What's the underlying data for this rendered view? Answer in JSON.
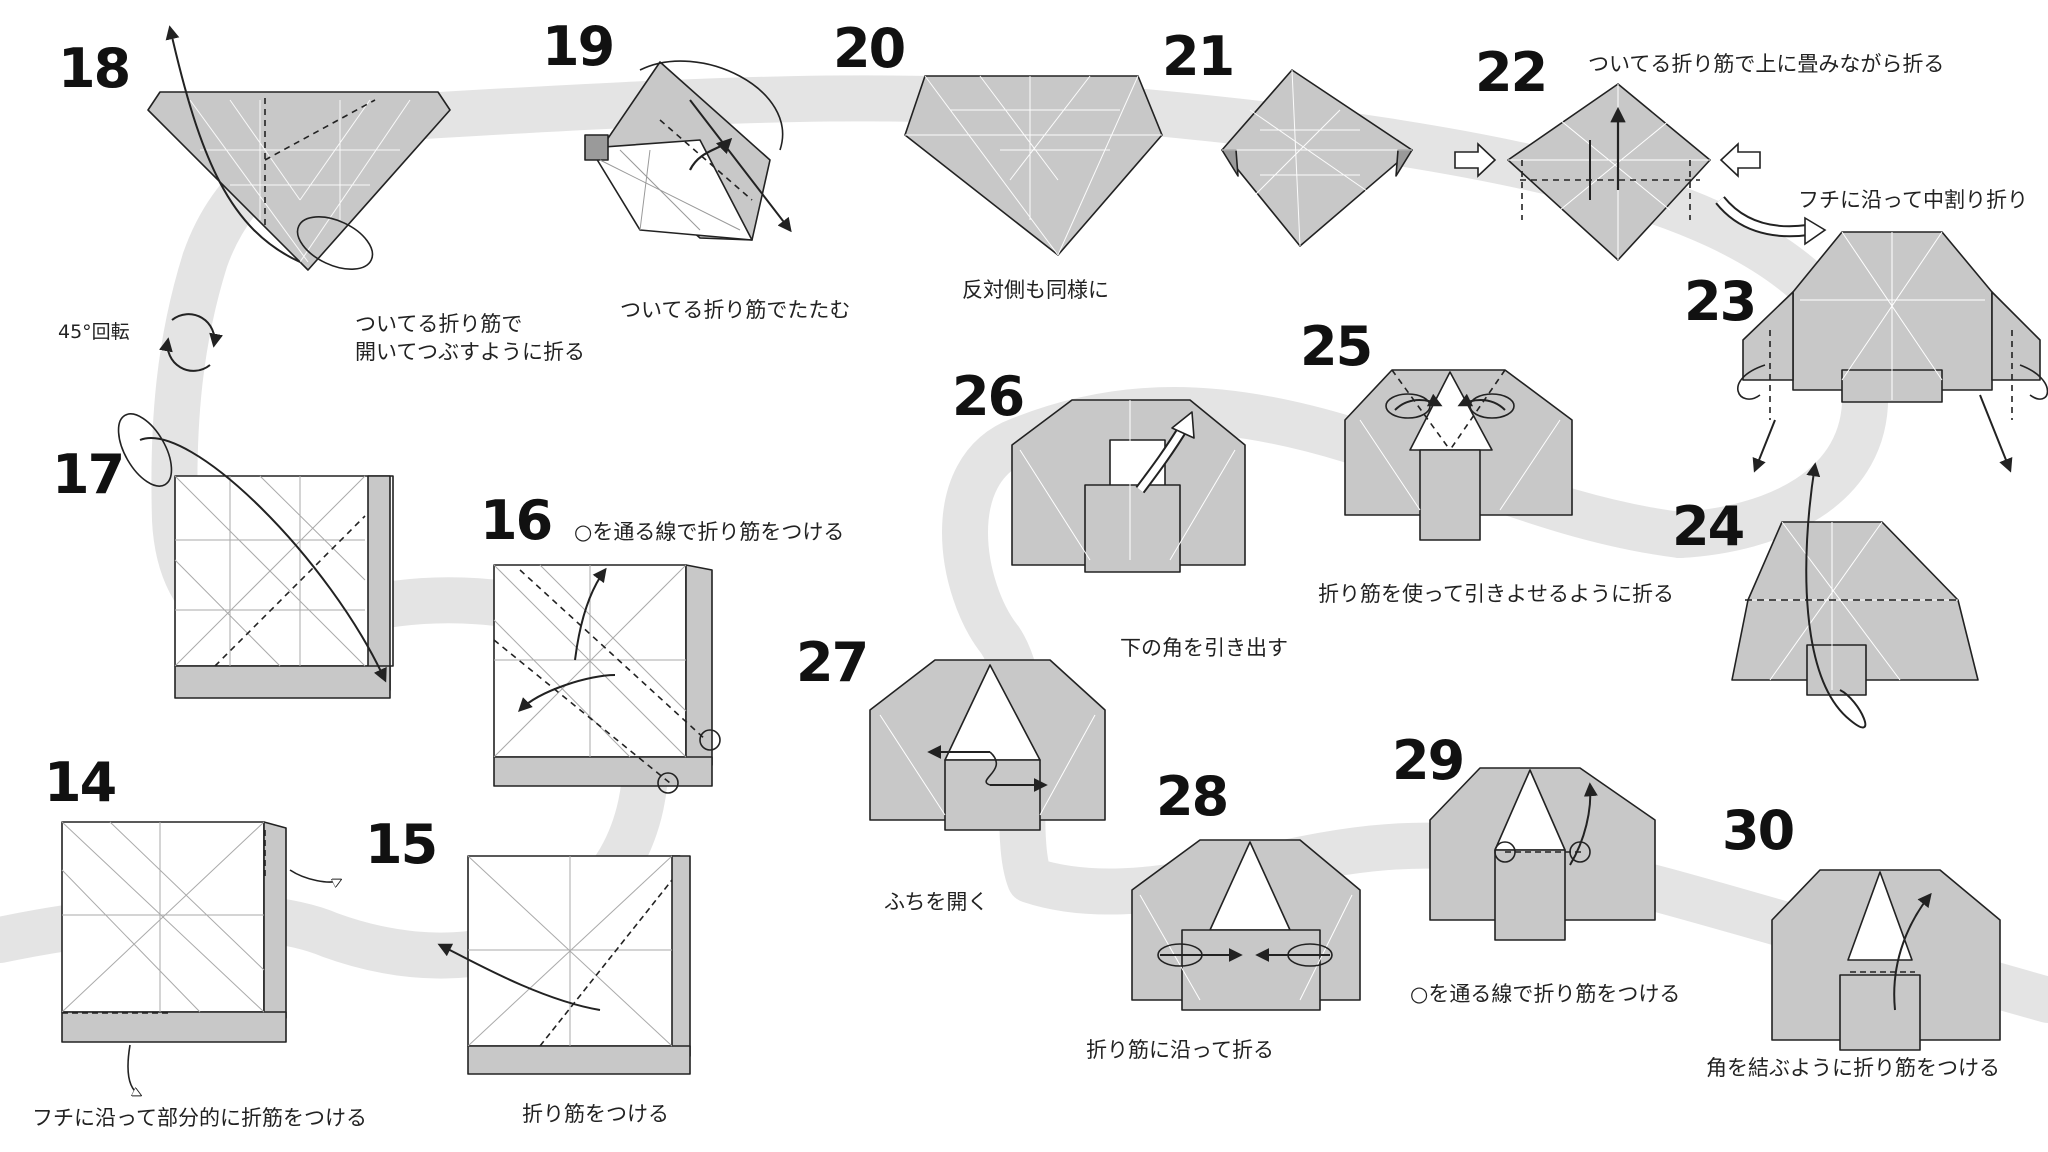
{
  "steps": {
    "s14": {
      "number": "14",
      "caption": "フチに沿って部分的に折筋をつける"
    },
    "s15": {
      "number": "15",
      "caption": "折り筋をつける"
    },
    "s16": {
      "number": "16",
      "caption": "○を通る線で折り筋をつける"
    },
    "s17": {
      "number": "17",
      "caption": ""
    },
    "s18": {
      "number": "18",
      "caption_line1": "ついてる折り筋で",
      "caption_line2": "開いてつぶすように折る"
    },
    "s19": {
      "number": "19",
      "caption": "ついてる折り筋でたたむ"
    },
    "s20": {
      "number": "20",
      "caption": "反対側も同様に"
    },
    "s21": {
      "number": "21",
      "caption": ""
    },
    "s22": {
      "number": "22",
      "caption": "ついてる折り筋で上に畳みながら折る"
    },
    "s23": {
      "number": "23",
      "caption": "フチに沿って中割り折り"
    },
    "s24": {
      "number": "24",
      "caption": ""
    },
    "s25": {
      "number": "25",
      "caption": "折り筋を使って引きよせるように折る"
    },
    "s26": {
      "number": "26",
      "caption": "下の角を引き出す"
    },
    "s27": {
      "number": "27",
      "caption": "ふちを開く"
    },
    "s28": {
      "number": "28",
      "caption": "折り筋に沿って折る"
    },
    "s29": {
      "number": "29",
      "caption": "○を通る線で折り筋をつける"
    },
    "s30": {
      "number": "30",
      "caption": "角を結ぶように折り筋をつける"
    }
  },
  "rotation_label": "45°回転",
  "colors": {
    "paper": "#c8c8c8",
    "paper_dark": "#9a9a9a",
    "paper_white": "#ffffff",
    "line": "#222222",
    "path": "#e4e4e4"
  }
}
